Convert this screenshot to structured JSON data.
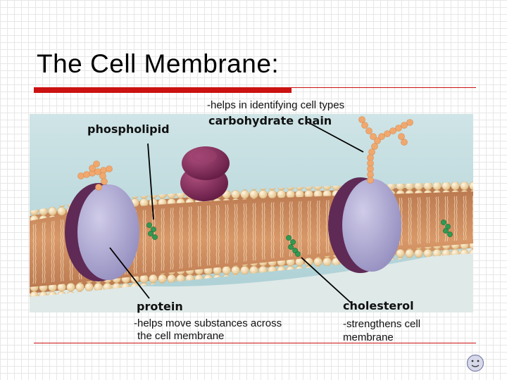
{
  "slide": {
    "title": "The Cell Membrane:"
  },
  "labels": {
    "phospholipid": "phospholipid",
    "carbohydrate_chain": "carbohydrate chain",
    "carbohydrate_note": "-helps in identifying cell types",
    "protein": "protein",
    "protein_note_line1": "-helps move substances across",
    "protein_note_line2": "the cell membrane",
    "cholesterol": "cholesterol",
    "cholesterol_note_line1": "-strengthens cell",
    "cholesterol_note_line2": "membrane"
  },
  "colors": {
    "accent_red": "#cc1111",
    "background_blue": "#b9d8dc",
    "lipid_head": "#f3dcae",
    "interior": "#c9835a",
    "protein_violet": "#a9a5cd",
    "glycoprotein_purple": "#7a2a55",
    "cholesterol_green": "#2f9a52",
    "carbohydrate_orange": "#f0a86e"
  }
}
